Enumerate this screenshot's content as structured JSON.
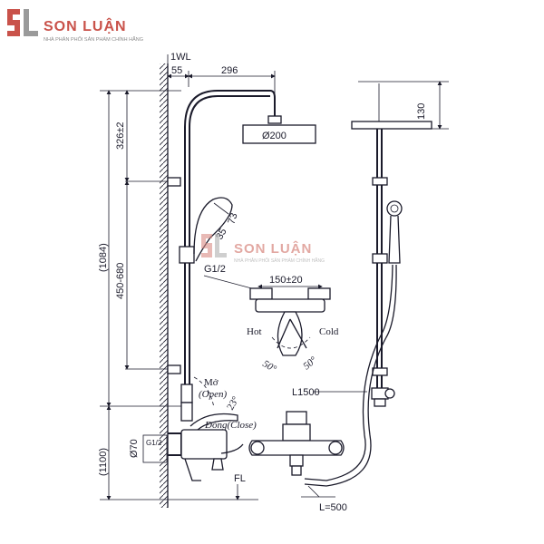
{
  "brand": {
    "name": "SON LUẬN",
    "tagline": "NHÀ PHÂN PHỐI SẢN PHẨM CHÍNH HÃNG",
    "logo_color": "#c9524a"
  },
  "watermark": {
    "name": "SON LUẬN",
    "tagline": "NHÀ PHÂN PHỐI SẢN PHẨM CHÍNH HÃNG"
  },
  "dimensions": {
    "wall_line": "1WL",
    "wall_offset": "55",
    "arm_length": "296",
    "head_diameter": "Ø200",
    "head_height": "130",
    "upper_section": "326±2",
    "total_height": "(1084)",
    "adjust_range": "450-680",
    "floor_height": "(1100)",
    "handshower_offset": "35",
    "handshower_angle": "73",
    "inlet_thread_left": "G1/2",
    "inlet_thread_mixer": "G1/2",
    "inlet_spacing": "150±20",
    "hot_label": "Hot",
    "cold_label": "Cold",
    "angle_left": "50°",
    "angle_right": "50°",
    "hose_length": "L1500",
    "cover_diameter": "Ø70",
    "lever_angle": "23°",
    "floor_line": "FL",
    "spout_length": "L=500"
  },
  "labels": {
    "open_vi": "Mở",
    "open_en": "(Open)",
    "close": "Đóng(Close)"
  }
}
